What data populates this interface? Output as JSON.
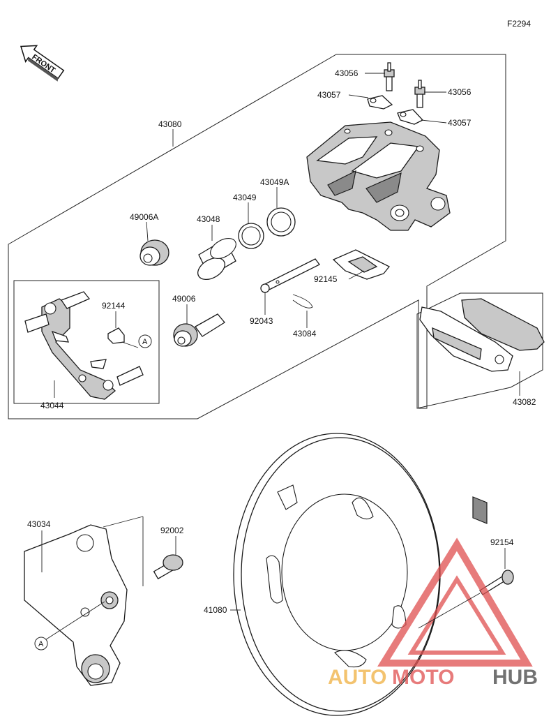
{
  "figure_id": "F2294",
  "front_label": "FRONT",
  "watermark": {
    "text_auto": "AUTO",
    "text_moto": "MOTO",
    "text_hub": "HUB",
    "color_primary": "#e05050",
    "color_accent": "#f0b040",
    "color_hub": "#444444"
  },
  "parts": [
    {
      "id": "43056",
      "label": "43056"
    },
    {
      "id": "43057",
      "label": "43057"
    },
    {
      "id": "43056b",
      "label": "43056"
    },
    {
      "id": "43057b",
      "label": "43057"
    },
    {
      "id": "43080",
      "label": "43080"
    },
    {
      "id": "43049A",
      "label": "43049A"
    },
    {
      "id": "43049",
      "label": "43049"
    },
    {
      "id": "43048",
      "label": "43048"
    },
    {
      "id": "49006A",
      "label": "49006A"
    },
    {
      "id": "92145",
      "label": "92145"
    },
    {
      "id": "92144",
      "label": "92144"
    },
    {
      "id": "49006",
      "label": "49006"
    },
    {
      "id": "92043",
      "label": "92043"
    },
    {
      "id": "43084",
      "label": "43084"
    },
    {
      "id": "43044",
      "label": "43044"
    },
    {
      "id": "43082",
      "label": "43082"
    },
    {
      "id": "43034",
      "label": "43034"
    },
    {
      "id": "92002",
      "label": "92002"
    },
    {
      "id": "92154",
      "label": "92154"
    },
    {
      "id": "41080",
      "label": "41080"
    }
  ],
  "refs": {
    "a1": "A",
    "a2": "A"
  }
}
